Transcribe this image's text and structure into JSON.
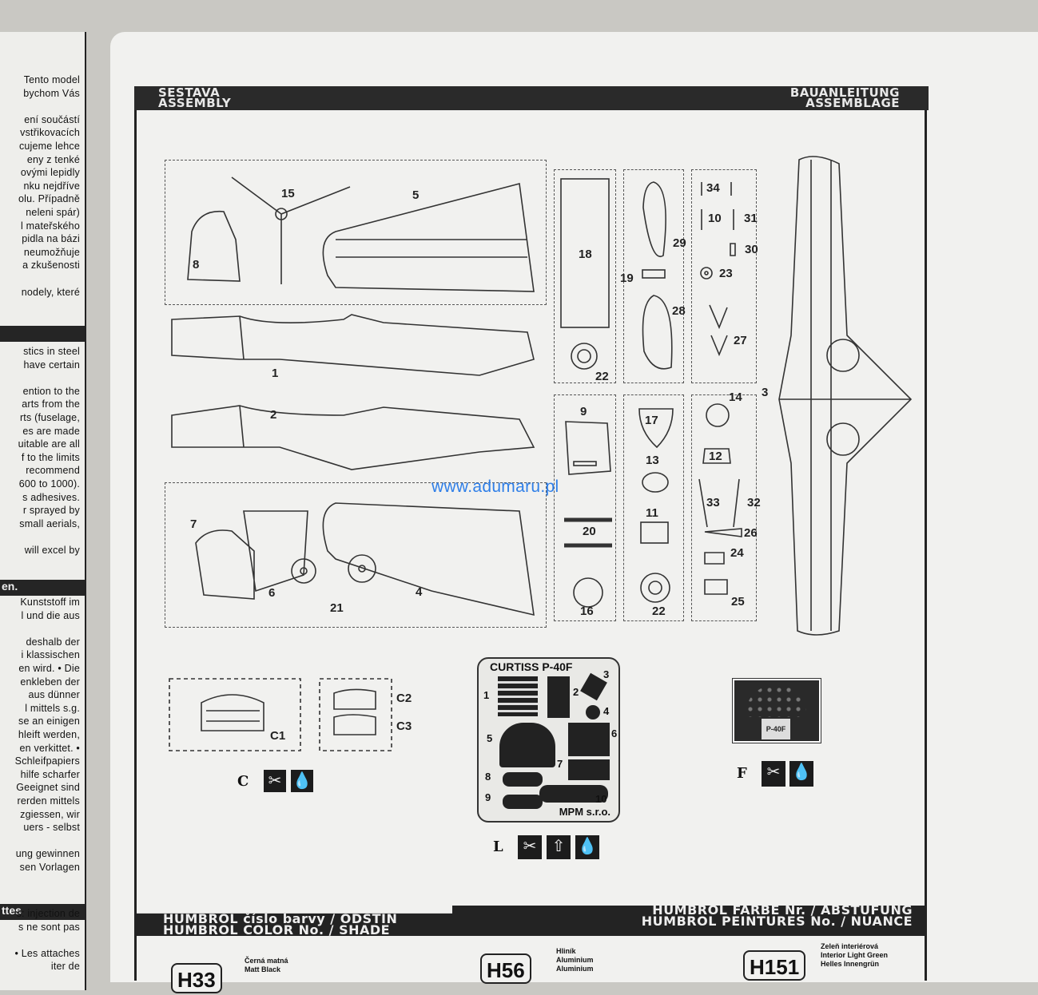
{
  "left_page": {
    "block1": [
      "Tento model",
      "bychom Vás",
      "",
      "ení součástí",
      "vstřikovacích",
      "cujeme lehce",
      "eny z tenké",
      "ovými lepidly",
      "nku nejdříve",
      "olu. Případně",
      "neleni spár)",
      "l mateřského",
      "pidla na bázi",
      "neumožňuje",
      "a zkušenosti",
      "",
      "nodely, které"
    ],
    "block2": [
      "stics in steel",
      "have certain",
      "",
      "ention to the",
      "arts from the",
      "rts (fuselage,",
      "es are made",
      "uitable are all",
      "f to the limits",
      "recommend",
      "600 to 1000).",
      "s adhesives.",
      "r sprayed by",
      "small aerials,",
      "",
      "will excel by"
    ],
    "bar3": "en.",
    "block3": [
      "Kunststoff im",
      "l und die aus",
      "",
      "deshalb der",
      "i klassischen",
      "en wird. • Die",
      "enkleben der",
      "aus dünner",
      "l mittels s.g.",
      "se an einigen",
      "hleift werden,",
      "en verkittet. •",
      "Schleifpapiers",
      "hilfe scharfer",
      "Geeignet sind",
      "rerden mittels",
      "zgiessen, wir",
      "uers - selbst",
      "",
      "ung gewinnen",
      "sen Vorlagen"
    ],
    "bar4": "ttes",
    "block4": [
      "s: injection de",
      "s ne sont pas",
      "",
      "• Les attaches",
      "iter de"
    ]
  },
  "header": {
    "left": [
      "SESTAVA",
      "ASSEMBLY"
    ],
    "right": [
      "BAUANLEITUNG",
      "ASSEMBLAGE"
    ]
  },
  "parts": [
    {
      "n": "15"
    },
    {
      "n": "5"
    },
    {
      "n": "8"
    },
    {
      "n": "18"
    },
    {
      "n": "29"
    },
    {
      "n": "34"
    },
    {
      "n": "10"
    },
    {
      "n": "31"
    },
    {
      "n": "30"
    },
    {
      "n": "19"
    },
    {
      "n": "23"
    },
    {
      "n": "28"
    },
    {
      "n": "27"
    },
    {
      "n": "1"
    },
    {
      "n": "22"
    },
    {
      "n": "3"
    },
    {
      "n": "14"
    },
    {
      "n": "9"
    },
    {
      "n": "17"
    },
    {
      "n": "2"
    },
    {
      "n": "13"
    },
    {
      "n": "12"
    },
    {
      "n": "33"
    },
    {
      "n": "32"
    },
    {
      "n": "7"
    },
    {
      "n": "20"
    },
    {
      "n": "11"
    },
    {
      "n": "26"
    },
    {
      "n": "24"
    },
    {
      "n": "6"
    },
    {
      "n": "21"
    },
    {
      "n": "4"
    },
    {
      "n": "16"
    },
    {
      "n": "22"
    },
    {
      "n": "25"
    }
  ],
  "clear_parts": {
    "c1": "C1",
    "c2": "C2",
    "c3": "C3",
    "letter": "C"
  },
  "photoetch": {
    "title": "CURTISS P-40F",
    "numbers": [
      "1",
      "2",
      "3",
      "4",
      "5",
      "6",
      "7",
      "8",
      "9",
      "10"
    ],
    "maker": "MPM s.r.o.",
    "letter": "L"
  },
  "decal": {
    "letter": "F",
    "text": "P-40F"
  },
  "watermark": "www.adumaru.pl",
  "watermark_color": "#2f7fe8",
  "icons": {
    "cut": "scissors-icon",
    "bend": "bend-arrow-icon",
    "glue": "drop-icon"
  },
  "footer": {
    "left": [
      "HUMBROL číslo barvy / ODSTÍN",
      "HUMBROL COLOR No. / SHADE"
    ],
    "right": [
      "HUMBROL FARBE Nr. / ABSTUFUNG",
      "HUMBROL PEINTURES No. / NUANCE"
    ]
  },
  "colors": [
    {
      "code": "H33",
      "desc": [
        "Černá matná",
        "Matt Black"
      ]
    },
    {
      "code": "H56",
      "desc": [
        "Hliník",
        "Aluminium",
        "Aluminium"
      ]
    },
    {
      "code": "H151",
      "desc": [
        "Zeleň interiérová",
        "Interior Light Green",
        "Helles Innengrün"
      ]
    }
  ]
}
